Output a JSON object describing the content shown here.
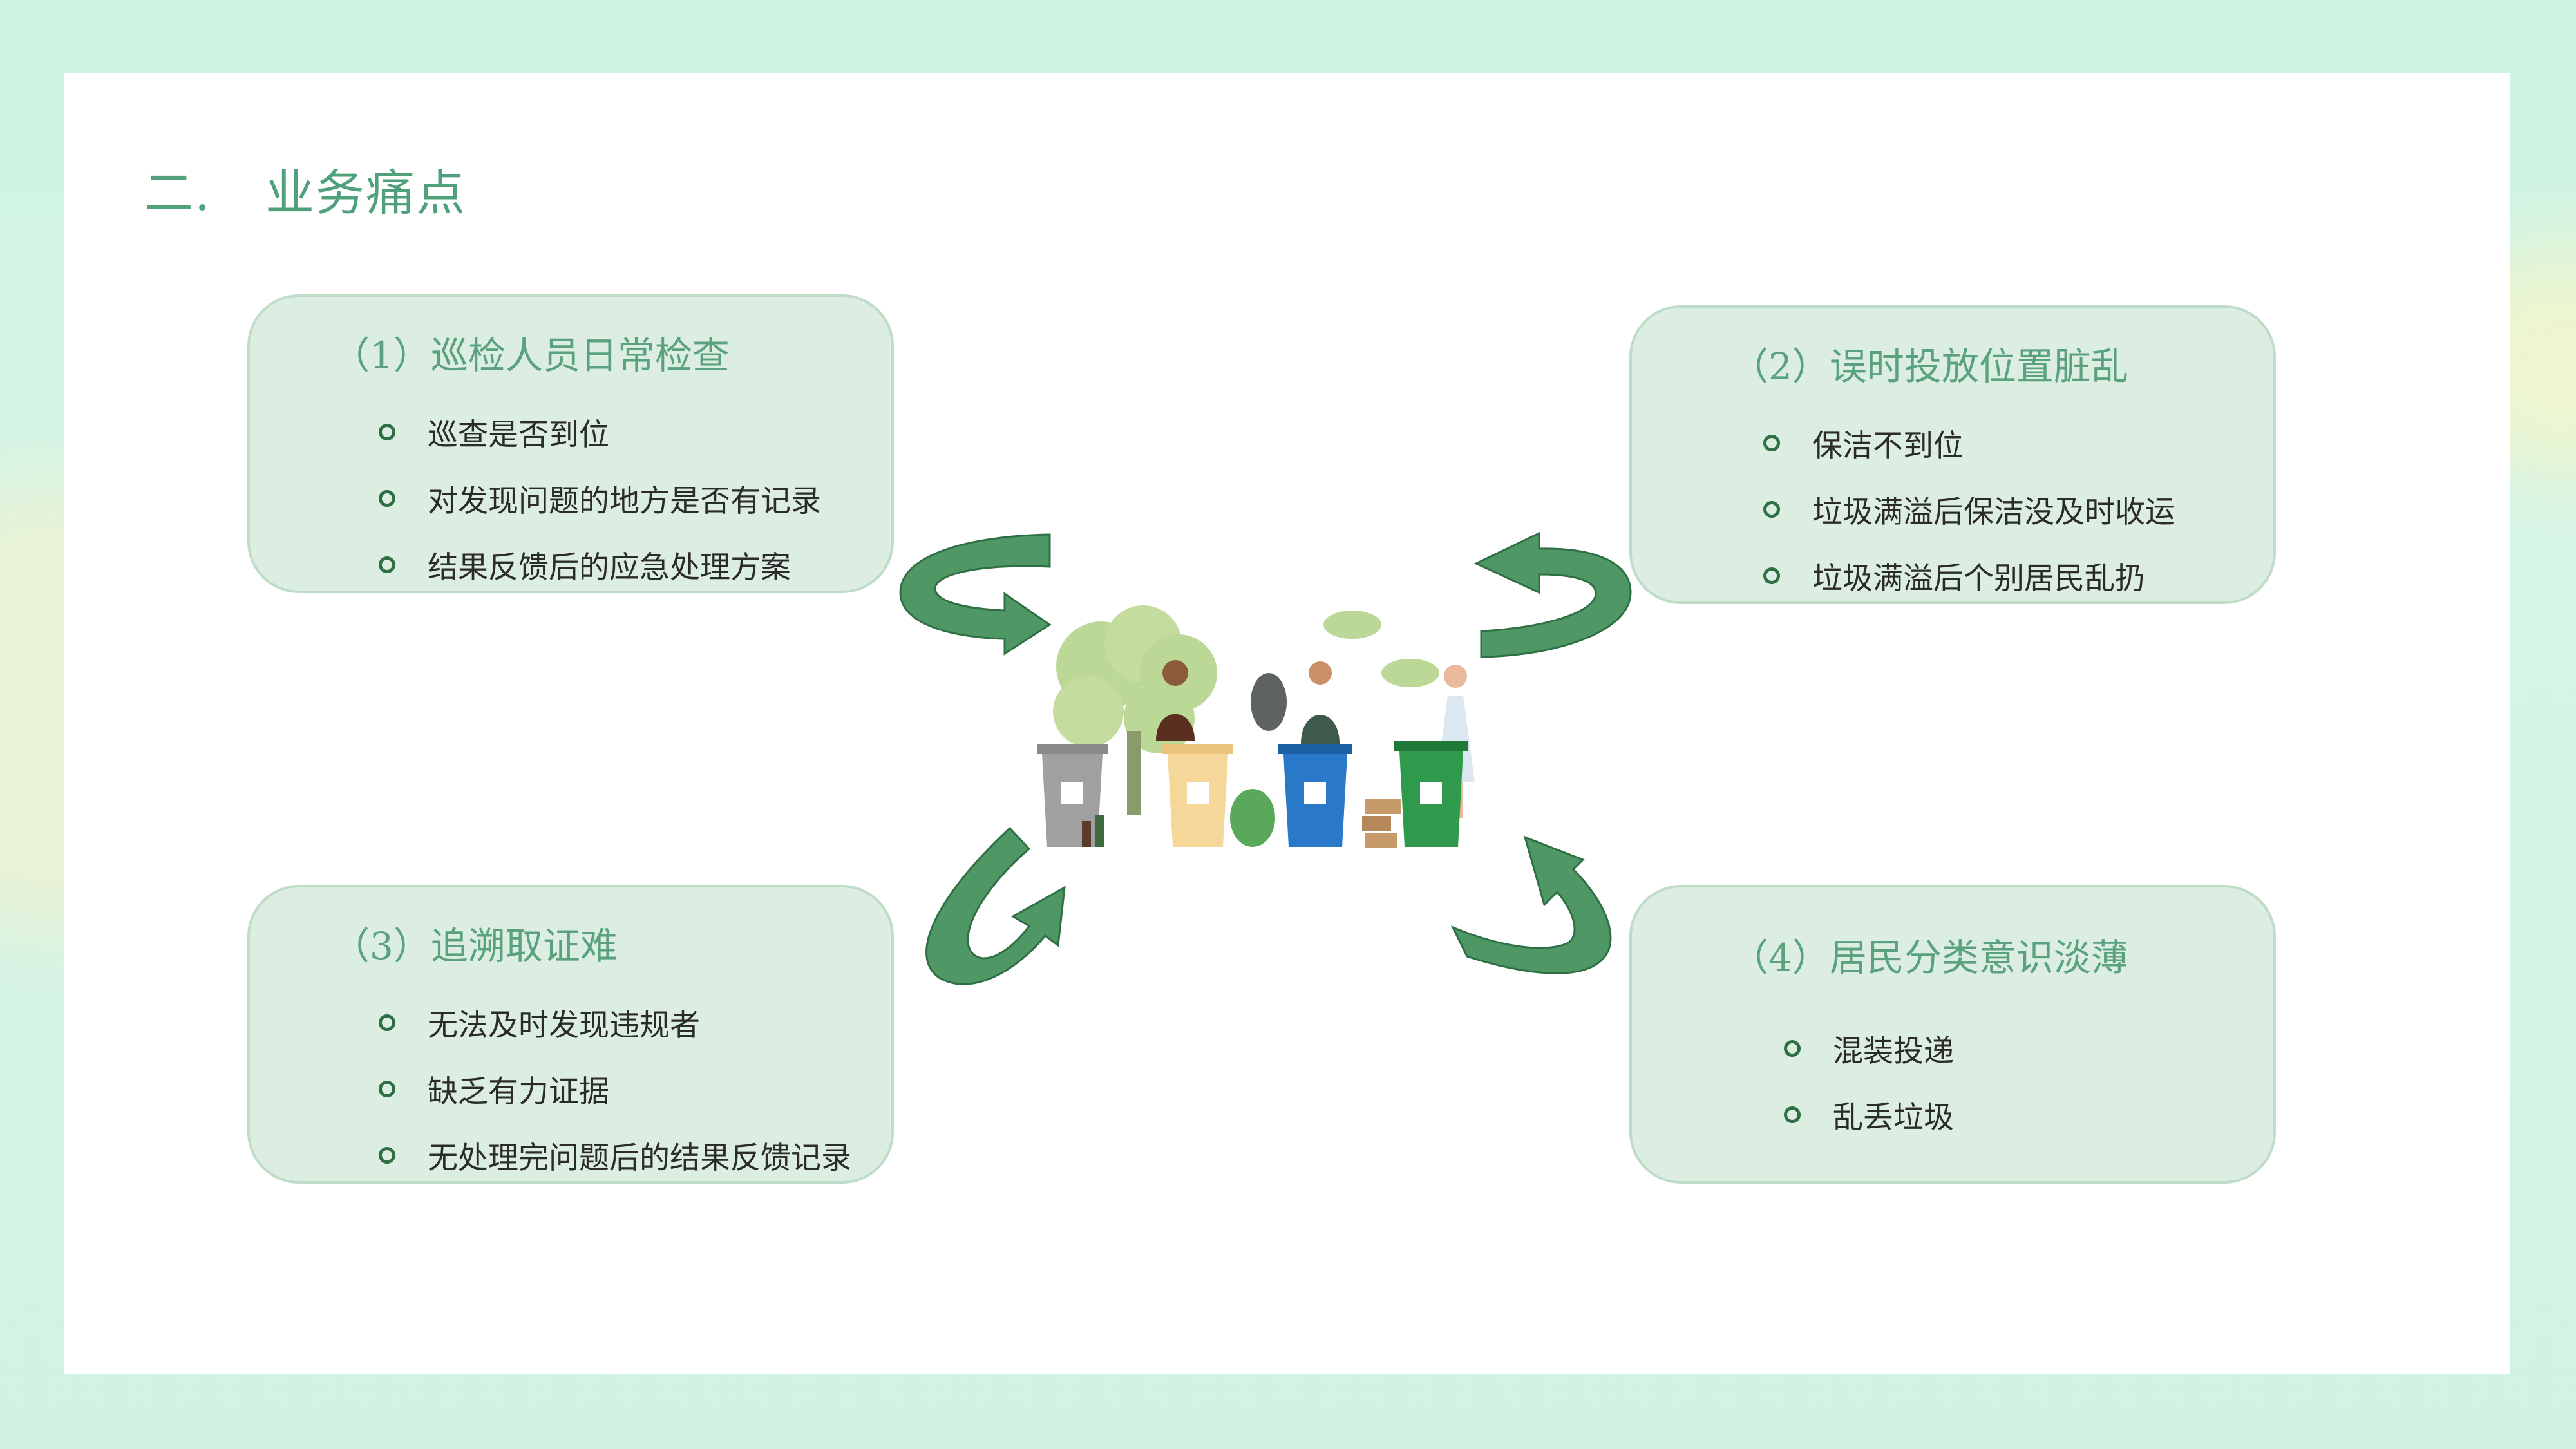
{
  "heading": {
    "number": "二.",
    "title": "业务痛点"
  },
  "cards": [
    {
      "title": "（1）巡检人员日常检查",
      "items": [
        "巡查是否到位",
        "对发现问题的地方是否有记录",
        "结果反馈后的应急处理方案"
      ]
    },
    {
      "title": "（2）误时投放位置脏乱",
      "items": [
        "保洁不到位",
        "垃圾满溢后保洁没及时收运",
        "垃圾满溢后个别居民乱扔"
      ]
    },
    {
      "title": "（3）追溯取证难",
      "items": [
        "无法及时发现违规者",
        "缺乏有力证据",
        "无处理完问题后的结果反馈记录"
      ]
    },
    {
      "title": "（4）居民分类意识淡薄",
      "items": [
        "混装投递",
        "乱丢垃圾"
      ]
    }
  ],
  "colors": {
    "accent": "#4fa07b",
    "card_bg": "#dceee1",
    "arrow": "#4f9866"
  }
}
